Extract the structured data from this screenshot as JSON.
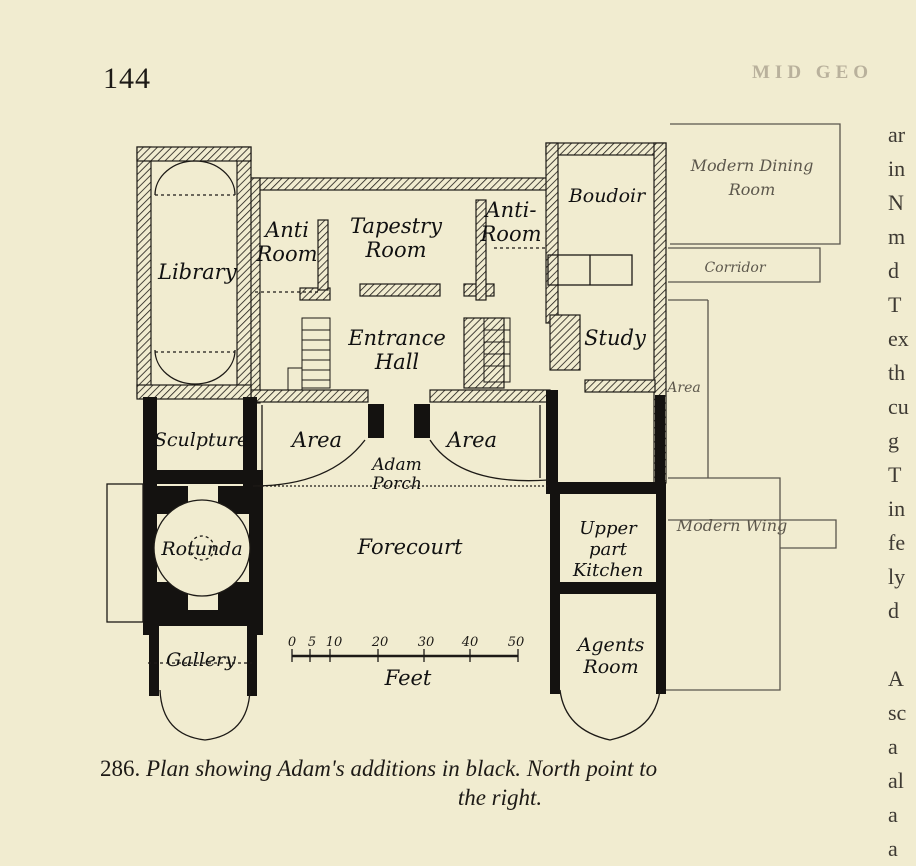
{
  "page": {
    "number": "144",
    "running_head": "MID GEO"
  },
  "margin_text": [
    "ar",
    "in",
    "N",
    "m",
    "d",
    "T",
    "ex",
    "th",
    "cu",
    "g",
    "T",
    "in",
    "fe",
    "ly",
    "d",
    "",
    "A",
    "sc",
    "a",
    "al",
    "a",
    "a"
  ],
  "plan": {
    "rooms": {
      "library": "Library",
      "anti_room_left": "Anti\nRoom",
      "tapestry_room": "Tapestry\nRoom",
      "anti_room_right": "Anti-\nRoom",
      "boudoir": "Boudoir",
      "modern_dining_room": "Modern Dining\nRoom",
      "corridor": "Corridor",
      "entrance_hall": "Entrance\nHall",
      "study": "Study",
      "area_right": "Area",
      "sculpture": "Sculpture",
      "area_left": "Area",
      "area_mid": "Area",
      "adam_porch": "Adam\nPorch",
      "rotunda": "Rotunda",
      "forecourt": "Forecourt",
      "upper_part_kitchen": "Upper part\nKitchen",
      "modern_wing": "Modern Wing",
      "gallery": "Gallery",
      "agents_room": "Agents\nRoom"
    },
    "scale": {
      "ticks": [
        "0",
        "5",
        "10",
        "20",
        "30",
        "40",
        "50"
      ],
      "unit": "Feet"
    }
  },
  "caption": {
    "number": "286.",
    "line1": "Plan showing Adam's additions in black. North point to",
    "line2": "the right."
  }
}
